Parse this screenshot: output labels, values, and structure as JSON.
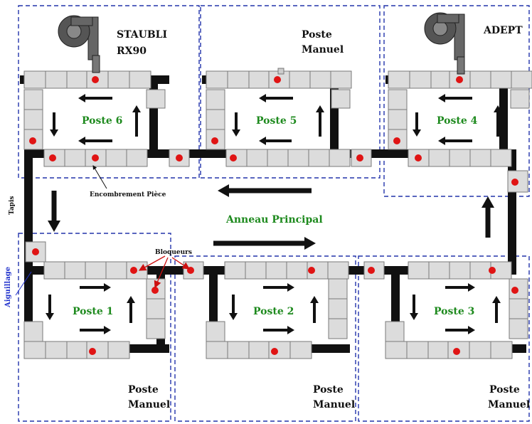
{
  "colors": {
    "belt": "#111111",
    "pallet_fill": "#dcdcdc",
    "pallet_stroke": "#7a7a7a",
    "blocker": "#e01414",
    "station_label": "#1e8a1e",
    "zone_border": "#2233aa",
    "aiguillage": "#2233cc",
    "annotation_arrow": "#cc1111"
  },
  "robots": [
    {
      "name": "STAUBLI",
      "model": "RX90",
      "icon": "robot-arm-icon"
    },
    {
      "name": "ADEPT",
      "icon": "robot-arm-icon"
    }
  ],
  "manual_posts": {
    "line1": "Poste",
    "line2": "Manuel"
  },
  "stations": [
    {
      "id": "poste-1",
      "label": "Poste 1"
    },
    {
      "id": "poste-2",
      "label": "Poste 2"
    },
    {
      "id": "poste-3",
      "label": "Poste 3"
    },
    {
      "id": "poste-4",
      "label": "Poste 4"
    },
    {
      "id": "poste-5",
      "label": "Poste 5"
    },
    {
      "id": "poste-6",
      "label": "Poste 6"
    }
  ],
  "labels": {
    "main_ring": "Anneau Principal",
    "belt": "Tapis",
    "switch": "Aiguillage",
    "blockers": "Bloqueurs",
    "footprint": "Encombrement Pièce"
  }
}
